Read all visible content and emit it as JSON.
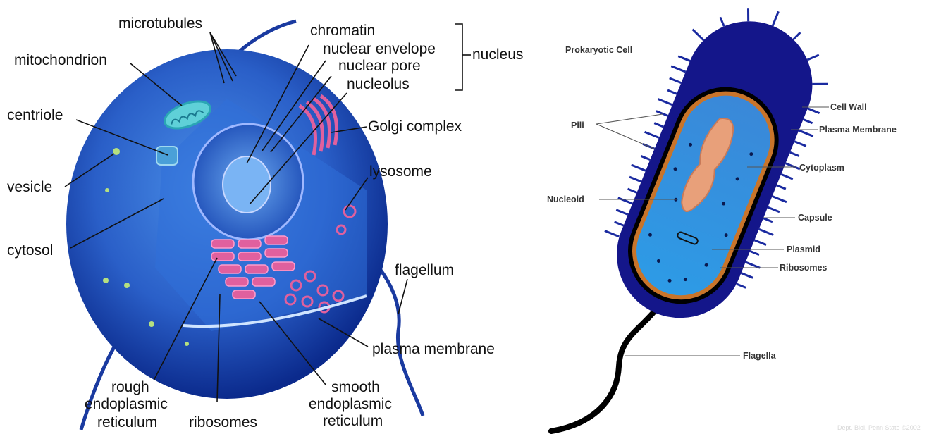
{
  "eukaryotic": {
    "labels": {
      "microtubules": "microtubules",
      "mitochondrion": "mitochondrion",
      "centriole": "centriole",
      "vesicle": "vesicle",
      "cytosol": "cytosol",
      "chromatin": "chromatin",
      "nuclear_envelope": "nuclear envelope",
      "nuclear_pore": "nuclear pore",
      "nucleolus": "nucleolus",
      "nucleus": "nucleus",
      "golgi_complex": "Golgi complex",
      "lysosome": "lysosome",
      "flagellum": "flagellum",
      "plasma_membrane": "plasma membrane",
      "rough_er_1": "rough",
      "rough_er_2": "endoplasmic",
      "rough_er_3": "reticulum",
      "ribosomes": "ribosomes",
      "smooth_er_1": "smooth",
      "smooth_er_2": "endoplasmic",
      "smooth_er_3": "reticulum"
    }
  },
  "prokaryotic": {
    "title": "Prokaryotic Cell",
    "labels": {
      "pili": "Pili",
      "nucleoid": "Nucleoid",
      "cell_wall": "Cell Wall",
      "plasma_membrane": "Plasma Membrane",
      "cytoplasm": "Cytoplasm",
      "capsule": "Capsule",
      "plasmid": "Plasmid",
      "ribosomes": "Ribosomes",
      "flagella": "Flagella"
    },
    "credit": "Dept. Biol. Penn State ©2002"
  },
  "colors": {
    "euk_cell_dark": "#0b2a8c",
    "euk_cell_light": "#3f86e0",
    "euk_organelle_pink": "#e0609e",
    "euk_organelle_teal": "#5fd0d8",
    "prok_capsule": "#14168a",
    "prok_wall": "#000000",
    "prok_membrane": "#c8742a",
    "prok_cytoplasm": "#2e8ed8",
    "prok_nucleoid": "#e8a07a"
  }
}
